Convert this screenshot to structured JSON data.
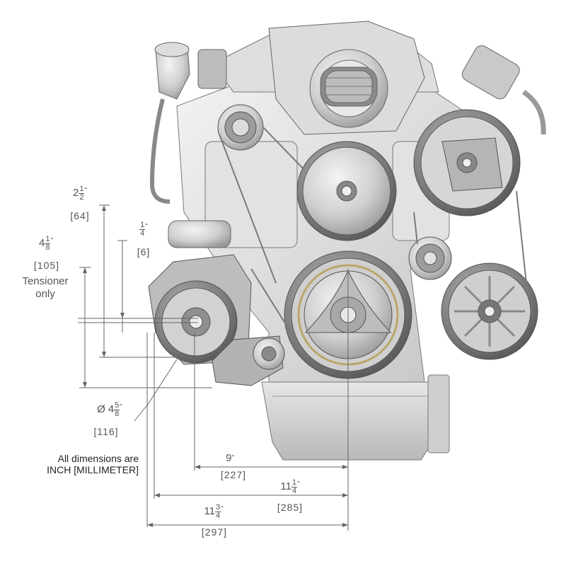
{
  "dimensions": {
    "d_2_1_2": {
      "whole": "2",
      "num": "1",
      "den": "2",
      "mark": "\"",
      "mm": "[64]"
    },
    "d_4_1_8": {
      "whole": "4",
      "num": "1",
      "den": "8",
      "mark": "\"",
      "mm": "[105]",
      "note_1": "Tensioner",
      "note_2": "only"
    },
    "d_1_4": {
      "whole": "",
      "num": "1",
      "den": "4",
      "mark": "\"",
      "mm": "[6]"
    },
    "d_dia_4_5_8": {
      "prefix": "Ø",
      "whole": "4",
      "num": "5",
      "den": "8",
      "mark": "\"",
      "mm": "[116]"
    },
    "d_9": {
      "whole": "9",
      "mark": "\"",
      "mm": "[227]"
    },
    "d_11_1_4": {
      "whole": "11",
      "num": "1",
      "den": "4",
      "mark": "\"",
      "mm": "[285]"
    },
    "d_11_3_4": {
      "whole": "11",
      "num": "3",
      "den": "4",
      "mark": "\"",
      "mm": "[297]"
    }
  },
  "units_note": {
    "line_1": "All dimensions are",
    "line_2": "INCH [MILLIMETER]"
  }
}
